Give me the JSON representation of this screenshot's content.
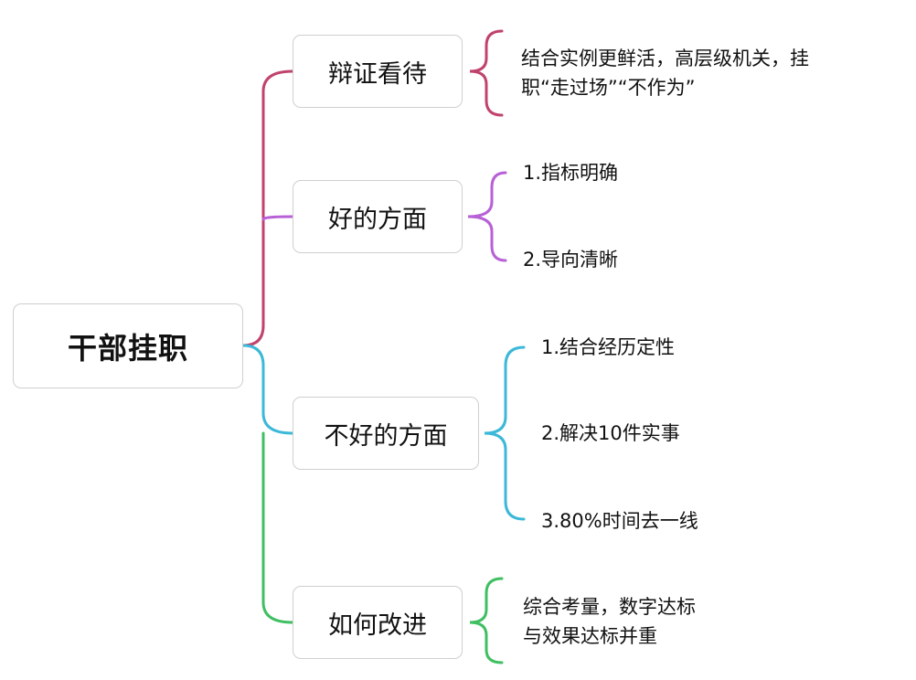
{
  "root": {
    "label": "干部挂职"
  },
  "branches": [
    {
      "label": "辩证看待",
      "color": "#c0436d",
      "leaves": [
        {
          "lines": [
            "结合实例更鲜活，高层级机关，挂",
            "职“走过场”“不作为”"
          ]
        }
      ]
    },
    {
      "label": "好的方面",
      "color": "#b860d6",
      "leaves": [
        {
          "lines": [
            "1.指标明确"
          ]
        },
        {
          "lines": [
            "2.导向清晰"
          ]
        }
      ]
    },
    {
      "label": "不好的方面",
      "color": "#3cb8d8",
      "leaves": [
        {
          "lines": [
            "1.结合经历定性"
          ]
        },
        {
          "lines": [
            "2.解决10件实事"
          ]
        },
        {
          "lines": [
            "3.80%时间去一线"
          ]
        }
      ]
    },
    {
      "label": "如何改进",
      "color": "#3fbf62",
      "leaves": [
        {
          "lines": [
            "综合考量，数字达标",
            "与效果达标并重"
          ]
        }
      ]
    }
  ]
}
